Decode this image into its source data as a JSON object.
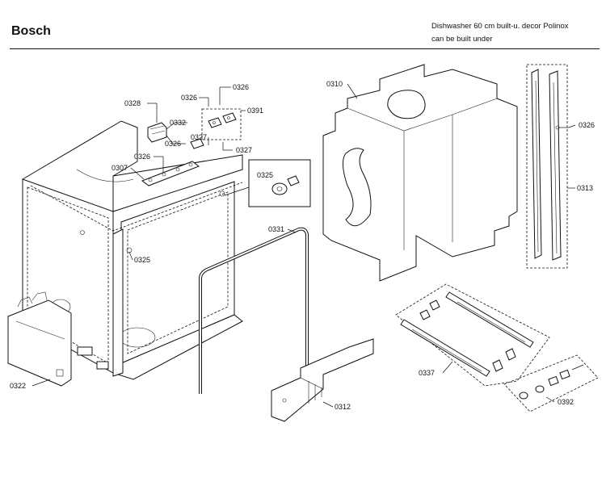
{
  "header": {
    "brand": "Bosch",
    "description_line1": "Dishwasher 60 cm built-u. decor Polinox",
    "description_line2": "can be built under"
  },
  "diagram": {
    "labels": {
      "p0326a": "0326",
      "p0326b": "0326",
      "p0391": "0391",
      "p0328": "0328",
      "p0332": "0332",
      "p0326c": "0326",
      "p0327a": "0327",
      "p0327b": "0327",
      "p0326d": "0326",
      "p0307": "0307",
      "p0325a": "0325",
      "p0325b": "0325",
      "p0331": "0331",
      "p0322": "0322",
      "p0310": "0310",
      "p0326e": "0326",
      "p0313": "0313",
      "p0337": "0337",
      "p0392": "0392",
      "p0312": "0312"
    }
  }
}
